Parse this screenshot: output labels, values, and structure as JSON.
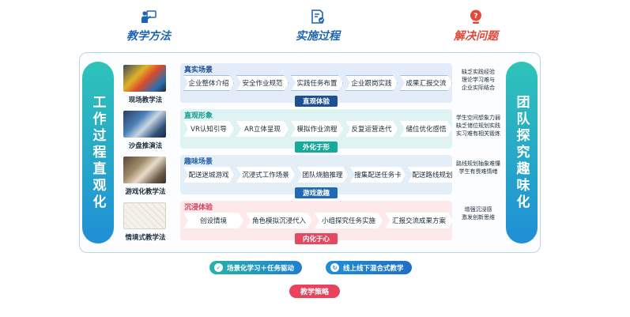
{
  "headers": {
    "method": "教学方法",
    "process": "实施过程",
    "problem": "解决问题"
  },
  "left_column": "工作过程直观化",
  "right_column": "团队探究趣味化",
  "rows": [
    {
      "method": "现场教学法",
      "panel_title": "真实场景",
      "steps": [
        "企业整体介绍",
        "安全作业规范",
        "实践任务布置",
        "企业跟岗实践",
        "成果汇报交流"
      ],
      "badge": "直观体验",
      "problem": [
        "缺乏实践经验",
        "理论学习难与",
        "企业实际结合"
      ]
    },
    {
      "method": "沙盘推演法",
      "panel_title": "直观形象",
      "steps": [
        "VR认知引导",
        "AR立体呈现",
        "模拟作业流程",
        "反复运营迭代",
        "储位优化感悟"
      ],
      "badge": "外化于形",
      "problem": [
        "学生空间想象力弱",
        "缺乏储位规划实践",
        "实习难有相关锻炼"
      ]
    },
    {
      "method": "游戏化教学法",
      "panel_title": "趣味场景",
      "steps": [
        "配送迷城游戏",
        "沉浸式工作场景",
        "团队烧脑推理",
        "搜集配送任务卡",
        "配送路线规划"
      ],
      "badge": "游戏激趣",
      "problem": [
        "路线规划抽象难懂",
        "学生有畏难情绪"
      ]
    },
    {
      "method": "情境式教学法",
      "panel_title": "沉浸体验",
      "steps": [
        "创设情境",
        "角色模拟沉浸代入",
        "小组探究任务实施",
        "汇报交流成果方案"
      ],
      "badge": "内化于心",
      "problem": [
        "增强沉浸感",
        "激发创新思维"
      ]
    }
  ],
  "bottom": {
    "pill1": "场景化学习＋任务驱动",
    "pill2": "线上线下混合式教学",
    "strategy": "教学策略"
  },
  "colors": {
    "accent_blue": "#1e64b4",
    "accent_red": "#e04a3a",
    "teal": "#17a99b",
    "pink": "#e34a62"
  },
  "icons": [
    "teacher-icon",
    "document-icon",
    "question-icon",
    "check-icon",
    "cycle-icon"
  ]
}
